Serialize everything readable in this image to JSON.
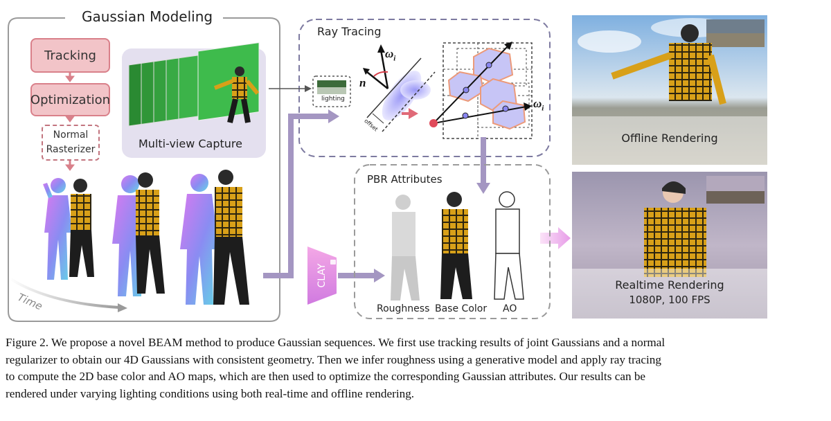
{
  "modeling": {
    "title": "Gaussian Modeling",
    "tracking": "Tracking",
    "optimization": "Optimization",
    "normal_rasterizer_1": "Normal",
    "normal_rasterizer_2": "Rasterizer",
    "capture_label": "Multi-view Capture",
    "time_label": "Time"
  },
  "ray_tracing": {
    "title": "Ray Tracing",
    "lighting_label": "lighting",
    "normal_symbol": "n",
    "omega_symbol": "ω",
    "omega_sub": "i",
    "offset_label": "offset"
  },
  "clay_label": "CLAY",
  "pbr": {
    "title": "PBR Attributes",
    "labels": [
      "Roughness",
      "Base Color",
      "AO"
    ]
  },
  "renderings": {
    "offline": "Offline Rendering",
    "realtime": "Realtime Rendering",
    "realtime_spec": "1080P, 100 FPS"
  },
  "caption": {
    "lines": [
      "Figure 2. We propose a novel BEAM method to produce Gaussian sequences. We first use tracking results of joint Gaussians and a normal",
      "regularizer to obtain our 4D Gaussians with consistent geometry. Then we infer roughness using a generative model and apply ray tracing",
      "to compute the 2D base color and AO maps, which are then used to optimize the corresponding Gaussian attributes. Our results can be",
      "rendered under varying lighting conditions using both real-time and offline rendering."
    ]
  },
  "colors": {
    "pink_fill": "#f2c4c8",
    "pink_border": "#d9808a",
    "purple_arrow": "#a496c2",
    "dash_purple": "#7d7aa0",
    "lavender_panel": "#e4e0ef"
  }
}
